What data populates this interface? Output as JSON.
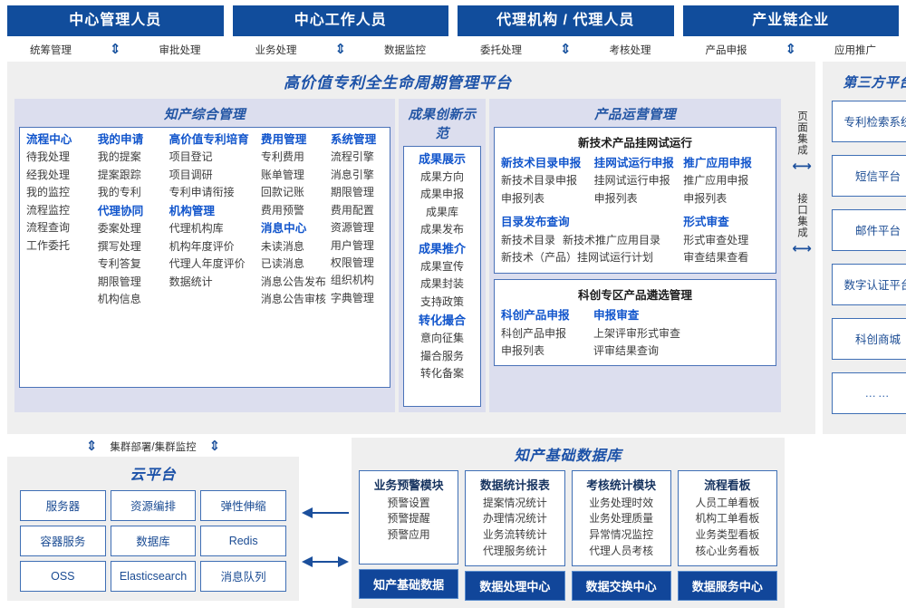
{
  "roles": [
    {
      "title": "中心管理人员",
      "left": "统筹管理",
      "right": "审批处理",
      "arrow": "updown-arrow"
    },
    {
      "title": "中心工作人员",
      "left": "业务处理",
      "right": "数据监控",
      "arrow": "updown-arrow"
    },
    {
      "title": "代理机构 / 代理人员",
      "left": "委托处理",
      "right": "考核处理",
      "arrow": "updown-arrow"
    },
    {
      "title": "产业链企业",
      "left": "产品申报",
      "right": "应用推广",
      "arrow": "updown-arrow"
    }
  ],
  "platform": {
    "title": "高价值专利全生命周期管理平台"
  },
  "section_a": {
    "title": "知产综合管理",
    "columns": [
      {
        "groups": [
          {
            "name": "流程中心",
            "items": [
              "待我处理",
              "经我处理",
              "我的监控",
              "流程监控",
              "流程查询",
              "工作委托"
            ]
          }
        ]
      },
      {
        "groups": [
          {
            "name": "我的申请",
            "items": [
              "我的提案",
              "提案跟踪",
              "我的专利"
            ]
          },
          {
            "name": "代理协同",
            "items": [
              "委案处理",
              "撰写处理",
              "专利答复",
              "期限管理",
              "机构信息"
            ]
          }
        ]
      },
      {
        "groups": [
          {
            "name": "高价值专利培育",
            "items": [
              "项目登记",
              "项目调研",
              "专利申请衔接"
            ]
          },
          {
            "name": "机构管理",
            "items": [
              "代理机构库",
              "机构年度评价",
              "代理人年度评价",
              "数据统计"
            ]
          }
        ]
      },
      {
        "groups": [
          {
            "name": "费用管理",
            "items": [
              "专利费用",
              "账单管理",
              "回款记账",
              "费用预警"
            ]
          },
          {
            "name": "消息中心",
            "items": [
              "未读消息",
              "已读消息",
              "消息公告发布",
              "消息公告审核"
            ]
          }
        ]
      },
      {
        "groups": [
          {
            "name": "系统管理",
            "items": [
              "流程引擎",
              "消息引擎",
              "期限管理",
              "费用配置",
              "资源管理",
              "用户管理",
              "权限管理",
              "组织机构",
              "字典管理"
            ]
          }
        ]
      }
    ]
  },
  "section_b": {
    "title": "成果创新示范",
    "groups": [
      {
        "name": "成果展示",
        "items": [
          "成果方向",
          "成果申报",
          "成果库",
          "成果发布"
        ]
      },
      {
        "name": "成果推介",
        "items": [
          "成果宣传",
          "成果封装",
          "支持政策"
        ]
      },
      {
        "name": "转化撮合",
        "items": [
          "意向征集",
          "撮合服务",
          "转化备案"
        ]
      }
    ]
  },
  "section_c": {
    "title": "产品运营管理",
    "panel1": {
      "head": "新技术产品挂网试运行",
      "top_cols": [
        {
          "name": "新技术目录申报",
          "items": [
            "新技术目录申报",
            "申报列表"
          ]
        },
        {
          "name": "挂网试运行申报",
          "items": [
            "挂网试运行申报",
            "申报列表"
          ]
        },
        {
          "name": "推广应用申报",
          "items": [
            "推广应用申报",
            "申报列表"
          ]
        }
      ],
      "bottom_left": {
        "name": "目录发布查询",
        "row1": [
          "新技术目录",
          "新技术推广应用目录"
        ],
        "row2": [
          "新技术（产品）挂网试运行计划"
        ]
      },
      "bottom_right": {
        "name": "形式审查",
        "items": [
          "形式审查处理",
          "审查结果查看"
        ]
      }
    },
    "panel2": {
      "head": "科创专区产品遴选管理",
      "cols": [
        {
          "name": "科创产品申报",
          "items": [
            "科创产品申报",
            "申报列表"
          ]
        },
        {
          "name": "申报审查",
          "items": [
            "上架评审形式审查",
            "评审结果查询"
          ]
        }
      ]
    }
  },
  "integration": [
    {
      "label": "页面集成",
      "arrow": "left-right-arrow"
    },
    {
      "label": "接口集成",
      "arrow": "left-right-arrow"
    }
  ],
  "third_party": {
    "title": "第三方平台",
    "items": [
      "专利检索系统",
      "短信平台",
      "邮件平台",
      "数字认证平台",
      "科创商城",
      "……"
    ]
  },
  "cloud": {
    "cluster_label": "集群部署/集群监控",
    "title": "云平台",
    "rows": [
      [
        "服务器",
        "资源编排",
        "弹性伸缩"
      ],
      [
        "容器服务",
        "数据库",
        "Redis"
      ],
      [
        "OSS",
        "Elasticsearch",
        "消息队列"
      ]
    ]
  },
  "mid_arrows": [
    {
      "name": "left-arrow"
    },
    {
      "name": "left-right-arrow"
    }
  ],
  "database": {
    "title": "知产基础数据库",
    "columns": [
      {
        "head": "业务预警模块",
        "items": [
          "预警设置",
          "预警提醒",
          "预警应用"
        ],
        "foot": "知产基础数据"
      },
      {
        "head": "数据统计报表",
        "items": [
          "提案情况统计",
          "办理情况统计",
          "业务流转统计",
          "代理服务统计"
        ],
        "foot": "数据处理中心"
      },
      {
        "head": "考核统计模块",
        "items": [
          "业务处理时效",
          "业务处理质量",
          "异常情况监控",
          "代理人员考核"
        ],
        "foot": "数据交换中心"
      },
      {
        "head": "流程看板",
        "items": [
          "人员工单看板",
          "机构工单看板",
          "业务类型看板",
          "核心业务看板"
        ],
        "foot": "数据服务中心"
      }
    ]
  },
  "colors": {
    "brand_dark_blue": "#114d9c",
    "brand_blue": "#1c52a8",
    "group_blue": "#1155cc",
    "panel_border": "#4a72b8",
    "section_bg": "#dcdeee",
    "outer_bg": "#efefef"
  }
}
